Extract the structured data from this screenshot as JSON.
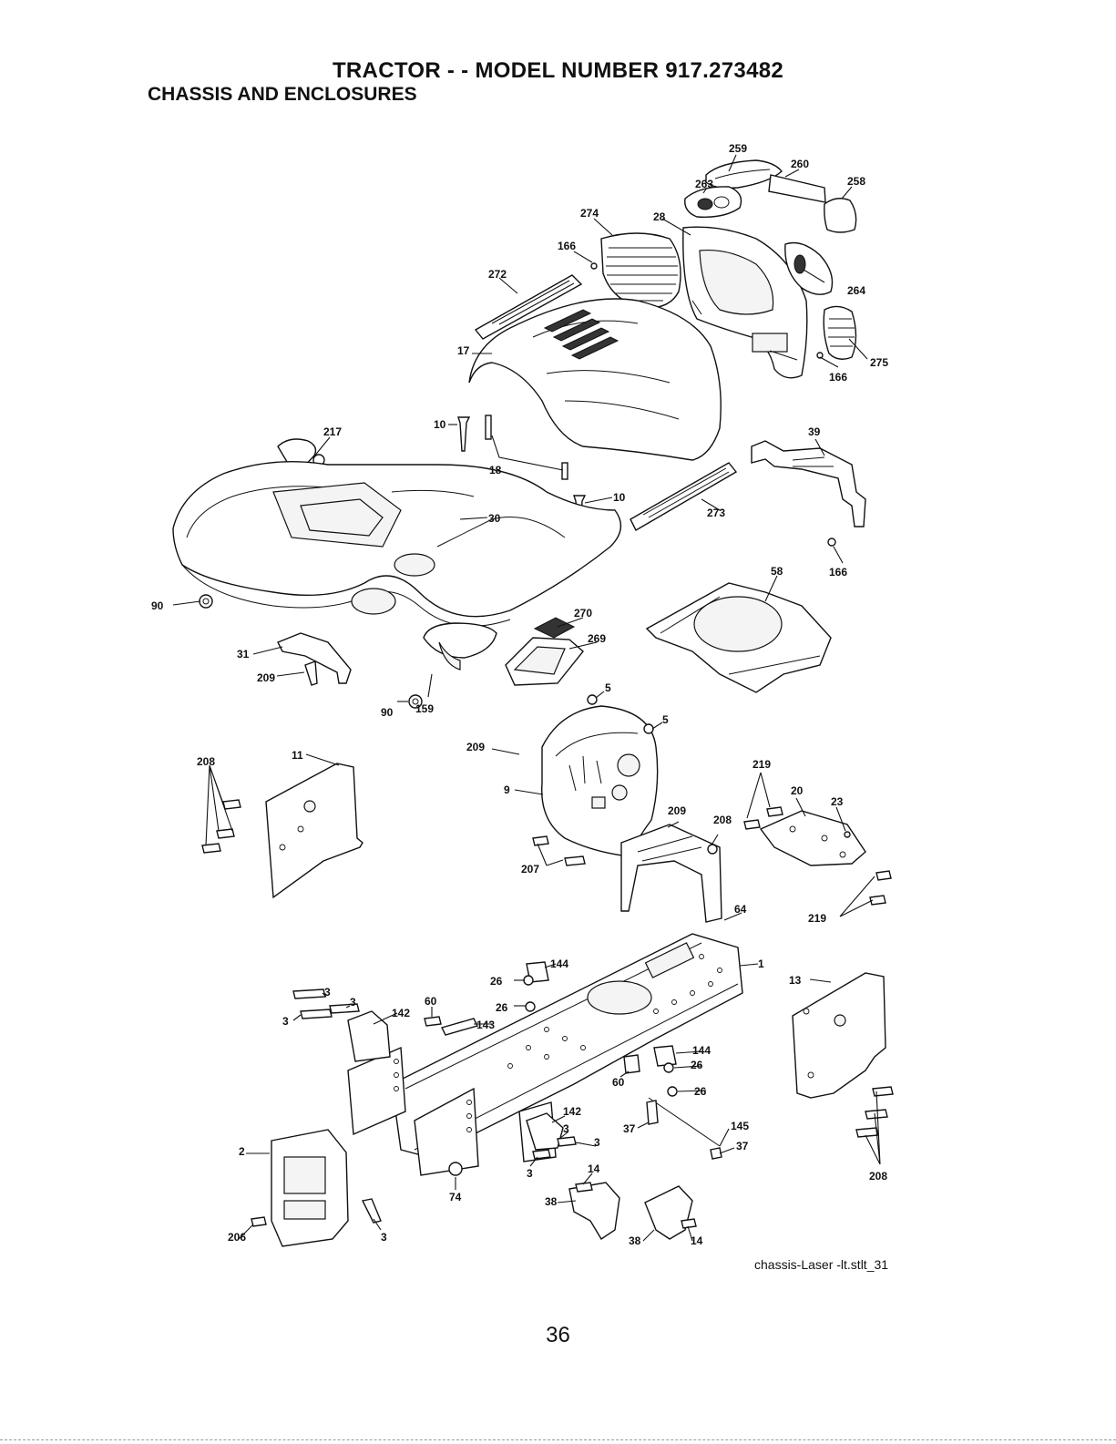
{
  "header": {
    "title": "TRACTOR - - MODEL NUMBER 917.273482",
    "subtitle": "CHASSIS AND ENCLOSURES"
  },
  "callouts": [
    {
      "id": "c259",
      "label": "259"
    },
    {
      "id": "c260",
      "label": "260"
    },
    {
      "id": "c263",
      "label": "263"
    },
    {
      "id": "c258",
      "label": "258"
    },
    {
      "id": "c274",
      "label": "274"
    },
    {
      "id": "c28",
      "label": "28"
    },
    {
      "id": "c166a",
      "label": "166"
    },
    {
      "id": "c272",
      "label": "272"
    },
    {
      "id": "c264",
      "label": "264"
    },
    {
      "id": "c17",
      "label": "17"
    },
    {
      "id": "c275",
      "label": "275"
    },
    {
      "id": "c166b",
      "label": "166"
    },
    {
      "id": "c217",
      "label": "217"
    },
    {
      "id": "c10a",
      "label": "10"
    },
    {
      "id": "c18",
      "label": "18"
    },
    {
      "id": "c39",
      "label": "39"
    },
    {
      "id": "c10b",
      "label": "10"
    },
    {
      "id": "c30",
      "label": "30"
    },
    {
      "id": "c273",
      "label": "273"
    },
    {
      "id": "c166c",
      "label": "166"
    },
    {
      "id": "c58",
      "label": "58"
    },
    {
      "id": "c90a",
      "label": "90"
    },
    {
      "id": "c270",
      "label": "270"
    },
    {
      "id": "c269",
      "label": "269"
    },
    {
      "id": "c31",
      "label": "31"
    },
    {
      "id": "c209a",
      "label": "209"
    },
    {
      "id": "c159",
      "label": "159"
    },
    {
      "id": "c90b",
      "label": "90"
    },
    {
      "id": "c5a",
      "label": "5"
    },
    {
      "id": "c5b",
      "label": "5"
    },
    {
      "id": "c208a",
      "label": "208"
    },
    {
      "id": "c11",
      "label": "11"
    },
    {
      "id": "c209b",
      "label": "209"
    },
    {
      "id": "c219a",
      "label": "219"
    },
    {
      "id": "c9",
      "label": "9"
    },
    {
      "id": "c20",
      "label": "20"
    },
    {
      "id": "c23",
      "label": "23"
    },
    {
      "id": "c209c",
      "label": "209"
    },
    {
      "id": "c208b",
      "label": "208"
    },
    {
      "id": "c207",
      "label": "207"
    },
    {
      "id": "c64",
      "label": "64"
    },
    {
      "id": "c219b",
      "label": "219"
    },
    {
      "id": "c144a",
      "label": "144"
    },
    {
      "id": "c1",
      "label": "1"
    },
    {
      "id": "c13",
      "label": "13"
    },
    {
      "id": "c26a",
      "label": "26"
    },
    {
      "id": "c3a",
      "label": "3"
    },
    {
      "id": "c3b",
      "label": "3"
    },
    {
      "id": "c60a",
      "label": "60"
    },
    {
      "id": "c26b",
      "label": "26"
    },
    {
      "id": "c142a",
      "label": "142"
    },
    {
      "id": "c3c",
      "label": "3"
    },
    {
      "id": "c143",
      "label": "143"
    },
    {
      "id": "c144b",
      "label": "144"
    },
    {
      "id": "c26c",
      "label": "26"
    },
    {
      "id": "c60b",
      "label": "60"
    },
    {
      "id": "c26d",
      "label": "26"
    },
    {
      "id": "c142b",
      "label": "142"
    },
    {
      "id": "c37a",
      "label": "37"
    },
    {
      "id": "c145",
      "label": "145"
    },
    {
      "id": "c3d",
      "label": "3"
    },
    {
      "id": "c3e",
      "label": "3"
    },
    {
      "id": "c37b",
      "label": "37"
    },
    {
      "id": "c2",
      "label": "2"
    },
    {
      "id": "c3f",
      "label": "3"
    },
    {
      "id": "c208c",
      "label": "208"
    },
    {
      "id": "c74",
      "label": "74"
    },
    {
      "id": "c14a",
      "label": "14"
    },
    {
      "id": "c38a",
      "label": "38"
    },
    {
      "id": "c206",
      "label": "206"
    },
    {
      "id": "c3g",
      "label": "3"
    },
    {
      "id": "c38b",
      "label": "38"
    },
    {
      "id": "c14b",
      "label": "14"
    }
  ],
  "footer": {
    "caption": "chassis-Laser -lt.stlt_31",
    "page_number": "36"
  }
}
